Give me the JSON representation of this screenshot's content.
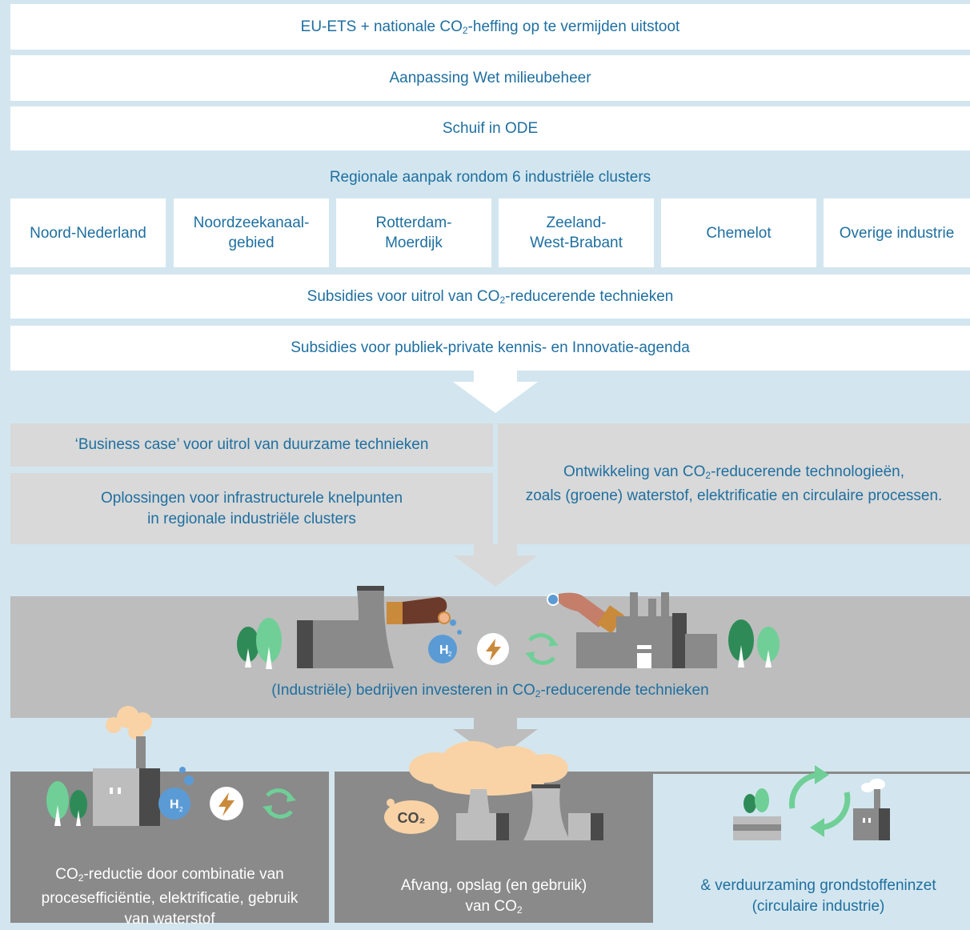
{
  "policy_bars": {
    "ets_pre": "EU-ETS + nationale CO",
    "ets_sub": "2",
    "ets_post": "-heffing op te vermijden uitstoot",
    "wet": "Aanpassing Wet milieubeheer",
    "ode": "Schuif in ODE"
  },
  "regional": {
    "header": "Regionale aanpak rondom 6 industriële clusters",
    "clusters": [
      "Noord-Nederland",
      "Noordzeekanaal-\ngebied",
      "Rotterdam-\nMoerdijk",
      "Zeeland-\nWest-Brabant",
      "Chemelot",
      "Overige industrie"
    ]
  },
  "subsidies": {
    "uitrol_pre": "Subsidies voor uitrol van CO",
    "uitrol_sub": "2",
    "uitrol_post": "-reducerende technieken",
    "kennis": "Subsidies voor publiek-private kennis- en Innovatie-agenda"
  },
  "effects": {
    "business_case": "‘Business case’ voor uitrol van duurzame technieken",
    "infra": "Oplossingen voor infrastructurele knelpunten\nin regionale industriële clusters",
    "dev_line1_pre": "Ontwikkeling van CO",
    "dev_line1_sub": "2",
    "dev_line1_post": "-reducerende technologieën,",
    "dev_line2": "zoals (groene) waterstof, elektrificatie en circulaire processen."
  },
  "invest": {
    "pre": "(Industriële) bedrijven investeren in CO",
    "sub": "2",
    "post": "-reducerende technieken",
    "h2_label": "H",
    "h2_sub": "2"
  },
  "outcomes": {
    "left_pre": "CO",
    "left_sub": "2",
    "left_post": "-reductie door combinatie van\nprocesefficiëntie, elektrificatie, gebruik\nvan waterstof",
    "middle_line1": "Afvang, opslag (en gebruik)",
    "middle_line2_pre": "van CO",
    "middle_line2_sub": "2",
    "co2_badge": "CO₂",
    "right": "& verduurzaming grondstoffeninzet\n(circulaire industrie)"
  },
  "colors": {
    "background": "#d3e6ef",
    "text_blue": "#1e6fa0",
    "grey_light": "#d9d9d9",
    "grey_mid": "#bdbdbd",
    "grey_dark": "#8a8a8a",
    "tree_green": "#2e8b57",
    "mint": "#6fcf97",
    "bubble_blue": "#5b9bd5",
    "bolt_orange": "#c98a3c",
    "smoke_peach": "#f9d3a6"
  }
}
